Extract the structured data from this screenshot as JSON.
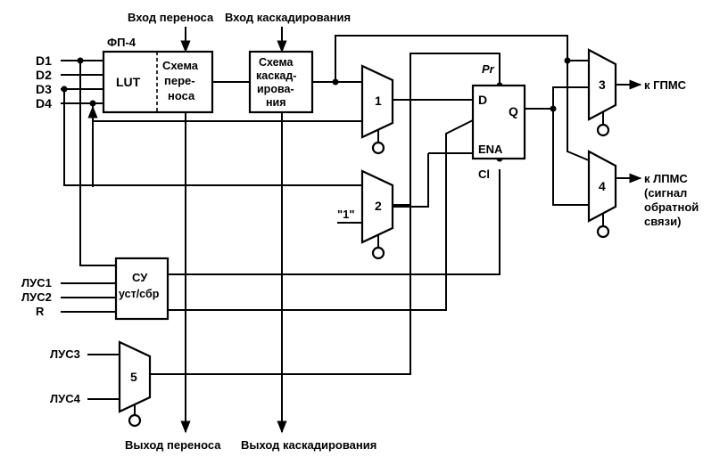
{
  "top_labels": {
    "carry_in": "Вход переноса",
    "cascade_in": "Вход каскадирования"
  },
  "bottom_labels": {
    "carry_out": "Выход переноса",
    "cascade_out": "Выход каскадирования"
  },
  "fp_label": "ФП-4",
  "inputs": [
    "D1",
    "D2",
    "D3",
    "D4"
  ],
  "lut": "LUT",
  "carry_scheme": [
    "Схема",
    "пере-",
    "носа"
  ],
  "cascade_scheme": [
    "Схема",
    "каскад-",
    "ирова-",
    "ния"
  ],
  "mux_numbers": [
    "1",
    "2",
    "3",
    "4",
    "5"
  ],
  "const_one": "\"1\"",
  "trigger": {
    "d": "D",
    "pr": "Pr",
    "q": "Q",
    "ena": "ENA",
    "cl": "Cl"
  },
  "cu": {
    "line1": "СУ",
    "line2": "уст/сбр"
  },
  "cu_inputs": [
    "ЛУС1",
    "ЛУС2",
    "R"
  ],
  "mux5_inputs": [
    "ЛУС3",
    "ЛУС4"
  ],
  "out_gpms": "к ГПМС",
  "out_lpms": [
    "к ЛПМС",
    "(сигнал",
    "обратной",
    "связи)"
  ]
}
